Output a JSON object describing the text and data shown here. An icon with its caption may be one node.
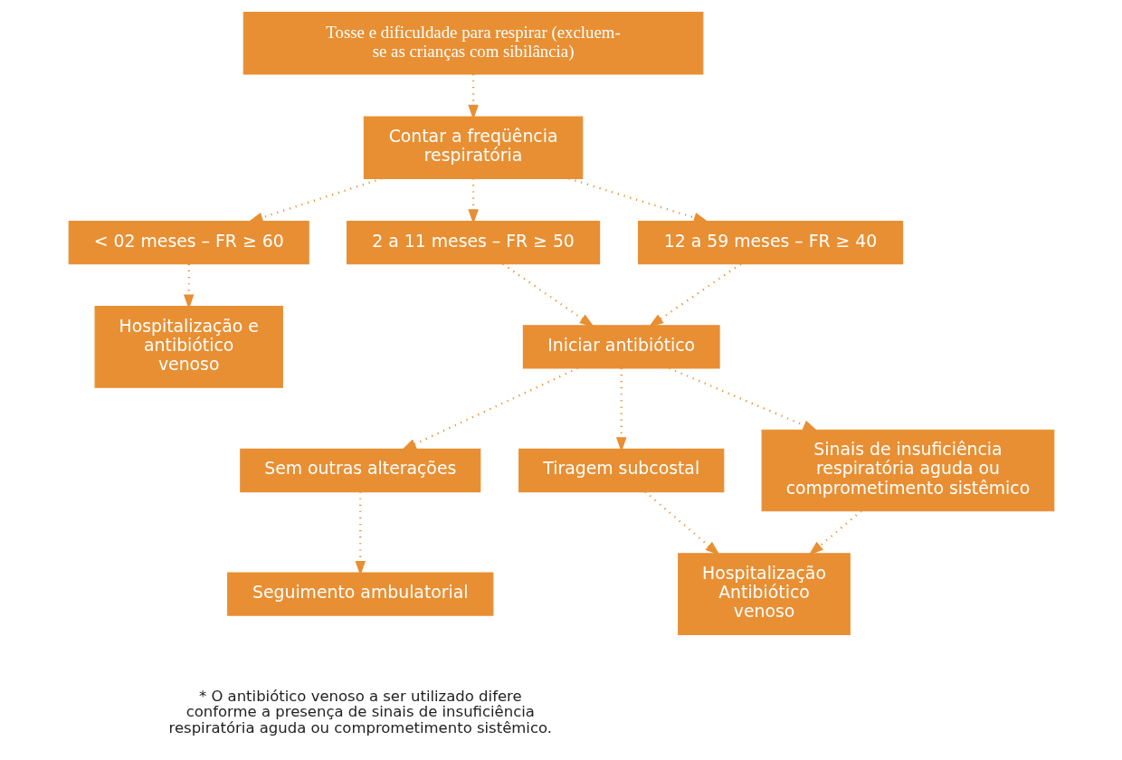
{
  "diagram": {
    "nodes": [
      {
        "text": [
          "Tosse e dificuldade para respirar (excluem-se as crianças com sibilância)"
        ]
      },
      {
        "text": [
          "Contar a freqüência respiratória"
        ]
      },
      {
        "text": [
          "< 02 meses – FR ≥ 60"
        ]
      },
      {
        "text": [
          "2 a 11 meses – FR ≥ 50"
        ]
      },
      {
        "text": [
          "12 a 59 meses – FR ≥ 40"
        ]
      },
      {
        "text": [
          "Hospitalização e antibiótico venoso"
        ]
      },
      {
        "text": [
          "Iniciar antibiótico"
        ]
      },
      {
        "text": [
          "Sem outras alterações"
        ]
      },
      {
        "text": [
          "Tiragem subcostal"
        ]
      },
      {
        "text": [
          "Sinais de insuficiência respiratória aguda ou comprometimento sistêmico"
        ]
      },
      {
        "text": [
          "Seguimento ambulatorial"
        ]
      },
      {
        "text": [
          "Hospitalização Antibiótico venoso"
        ]
      }
    ],
    "edges": [
      {
        "from": 0,
        "to": 1,
        "arrow": "to"
      },
      {
        "from": 1,
        "to": 2,
        "arrow": "to"
      },
      {
        "from": 1,
        "to": 3,
        "arrow": "to"
      },
      {
        "from": 1,
        "to": 4,
        "arrow": "to"
      },
      {
        "from": 2,
        "to": 5,
        "arrow": "to"
      },
      {
        "from": 3,
        "to": 6,
        "arrow": "to"
      },
      {
        "from": 4,
        "to": 6,
        "arrow": "to"
      },
      {
        "from": 6,
        "to": 7,
        "arrow": "to"
      },
      {
        "from": 6,
        "to": 8,
        "arrow": "to"
      },
      {
        "from": 6,
        "to": 9,
        "arrow": "to"
      },
      {
        "from": 7,
        "to": 10,
        "arrow": "to"
      },
      {
        "from": 8,
        "to": 11,
        "arrow": "to"
      },
      {
        "from": 9,
        "to": 11,
        "arrow": "to"
      }
    ],
    "labels": [
      "* O antibiótico venoso a ser utilizado difere conforme a presença de sinais de insuficiência respiratória aguda ou comprometimento sistêmico."
    ]
  }
}
